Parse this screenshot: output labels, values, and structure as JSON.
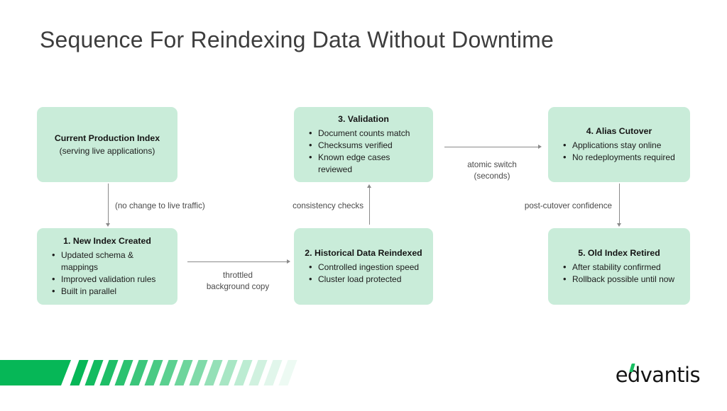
{
  "slide": {
    "title": "Sequence For Reindexing Data Without Downtime",
    "background_color": "#ffffff",
    "box_fill_color": "#c9ecd9",
    "accent_color": "#06b757",
    "connector_color": "#8a8a8a"
  },
  "boxes": {
    "current_production_index": {
      "title": "Current Production Index",
      "subtitle": "(serving live applications)"
    },
    "new_index_created": {
      "title": "1. New Index Created",
      "items": [
        "Updated schema & mappings",
        "Improved validation rules",
        "Built in parallel"
      ]
    },
    "historical_data_reindexed": {
      "title": "2. Historical Data Reindexed",
      "items": [
        "Controlled ingestion speed",
        "Cluster load protected"
      ]
    },
    "validation": {
      "title": "3. Validation",
      "items": [
        "Document counts match",
        "Checksums verified",
        "Known edge cases reviewed"
      ]
    },
    "alias_cutover": {
      "title": "4. Alias Cutover",
      "items": [
        "Applications stay online",
        "No redeployments required"
      ]
    },
    "old_index_retired": {
      "title": "5. Old Index Retired",
      "items": [
        "After stability confirmed",
        "Rollback possible until now"
      ]
    }
  },
  "connector_labels": {
    "no_change_to_live_traffic": "(no change to live traffic)",
    "throttled_background_copy": "throttled\nbackground copy",
    "consistency_checks": "consistency checks",
    "atomic_switch": "atomic switch\n(seconds)",
    "post_cutover_confidence": "post-cutover confidence"
  },
  "footer": {
    "logo_text": "edvantis"
  }
}
